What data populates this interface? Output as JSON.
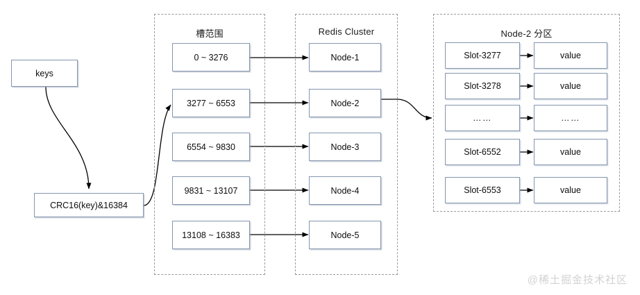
{
  "diagram": {
    "title_hidden": "",
    "watermark": "@稀土掘金技术社区",
    "colors": {
      "box_border": "#8495ad",
      "group_border": "#9a9a9a",
      "arrow": "#000000",
      "background": "#ffffff",
      "watermark": "#d2d2d2"
    }
  },
  "input_stage": {
    "keys_box": "keys",
    "hash_box": "CRC16(key)&16384"
  },
  "slot_range_group": {
    "title": "槽范围",
    "items": [
      {
        "label": "0 ~ 3276"
      },
      {
        "label": "3277 ~ 6553"
      },
      {
        "label": "6554 ~ 9830"
      },
      {
        "label": "9831 ~ 13107"
      },
      {
        "label": "13108 ~ 16383"
      }
    ]
  },
  "cluster_group": {
    "title": "Redis Cluster",
    "items": [
      {
        "label": "Node-1"
      },
      {
        "label": "Node-2"
      },
      {
        "label": "Node-3"
      },
      {
        "label": "Node-4"
      },
      {
        "label": "Node-5"
      }
    ]
  },
  "partition_group": {
    "title": "Node-2 分区",
    "rows": [
      {
        "slot": "Slot-3277",
        "value": "value"
      },
      {
        "slot": "Slot-3278",
        "value": "value"
      },
      {
        "slot": "……",
        "value": "……"
      },
      {
        "slot": "Slot-6552",
        "value": "value"
      },
      {
        "slot": "Slot-6553",
        "value": "value"
      }
    ]
  }
}
